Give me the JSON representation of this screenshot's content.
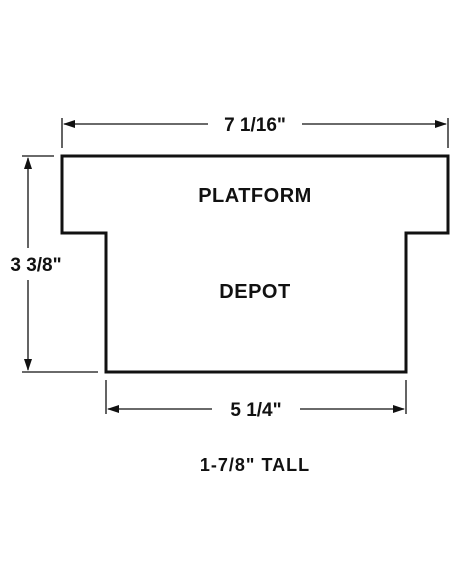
{
  "dimensions": {
    "top_width": "7 1/16\"",
    "height": "3 3/8\"",
    "bottom_width": "5 1/4\""
  },
  "regions": {
    "platform": "PLATFORM",
    "depot": "DEPOT"
  },
  "caption": "1-7/8\" TALL",
  "colors": {
    "line": "#111111",
    "background": "#ffffff"
  }
}
